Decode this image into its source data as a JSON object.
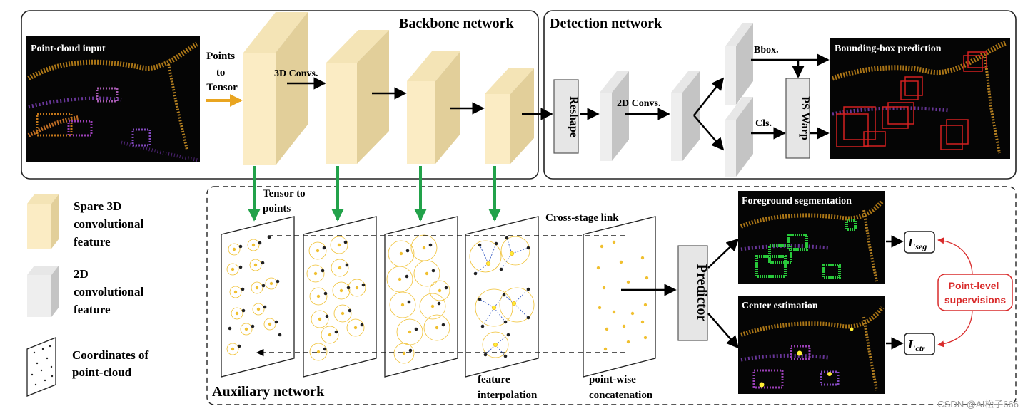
{
  "backbone": {
    "title": "Backbone network",
    "input_label": "Point-cloud input",
    "points_to_tensor": [
      "Points",
      "to",
      "Tensor"
    ],
    "conv_label": "3D Convs."
  },
  "detection": {
    "title": "Detection network",
    "reshape": "Reshape",
    "conv_label": "2D Convs.",
    "bbox": "Bbox.",
    "cls": "Cls.",
    "ps_warp": "PS Warp",
    "output_label": "Bounding-box prediction"
  },
  "legend": {
    "sparse": [
      "Spare 3D",
      "convolutional",
      "feature"
    ],
    "dense": [
      "2D",
      "convolutional",
      "feature"
    ],
    "coords": [
      "Coordinates of",
      "point-cloud"
    ]
  },
  "auxiliary": {
    "title": "Auxiliary network",
    "tensor_to_points": [
      "Tensor to",
      "points"
    ],
    "cross_stage": "Cross-stage link",
    "feature_interp": [
      "feature",
      "interpolation"
    ],
    "pointwise": [
      "point-wise",
      "concatenation"
    ],
    "predictor": "Predictor",
    "fg_seg": "Foreground segmentation",
    "center_est": "Center estimation",
    "l_seg": {
      "main": "L",
      "sub": "seg"
    },
    "l_ctr": {
      "main": "L",
      "sub": "ctr"
    },
    "supervision": [
      "Point-level",
      "supervisions"
    ]
  },
  "watermark": "CSDN @AI松子666",
  "colors": {
    "sparse_front": "#fbecc4",
    "sparse_side": "#e2cf9a",
    "dense_front": "#eeeeee",
    "dense_side": "#c4c4c4",
    "arrow_green": "#22a24a",
    "arrow_orange": "#e9a520",
    "supervision_red": "#d92b2b",
    "point_yellow": "#f0c030",
    "bbox_red": "#d42020",
    "seg_green": "#28c93a"
  }
}
